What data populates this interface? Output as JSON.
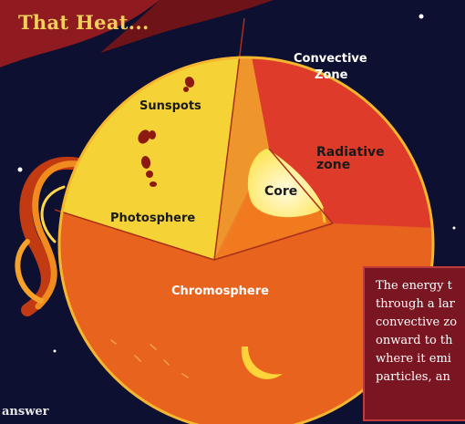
{
  "title": "That Heat...",
  "labels": {
    "sunspots": "Sunspots",
    "photosphere": "Photosphere",
    "convective": [
      "Convective",
      "Zone"
    ],
    "radiative": [
      "Radiative",
      "zone"
    ],
    "core": "Core",
    "chromosphere": "Chromosphere"
  },
  "textbox_lines": [
    "The energy t",
    "through a lar",
    "convective zo",
    "onward to th",
    "where it emi",
    "particles, an"
  ],
  "footer_text": "answer",
  "colors": {
    "background": "#0d1030",
    "title": "#f2cf5a",
    "photosphere": "#f5d236",
    "convective": "#e0392b",
    "radiative": "#f27a1e",
    "core": "#fff6b0",
    "chromosphere": "#e8631e",
    "textbox": "#7a1522"
  }
}
